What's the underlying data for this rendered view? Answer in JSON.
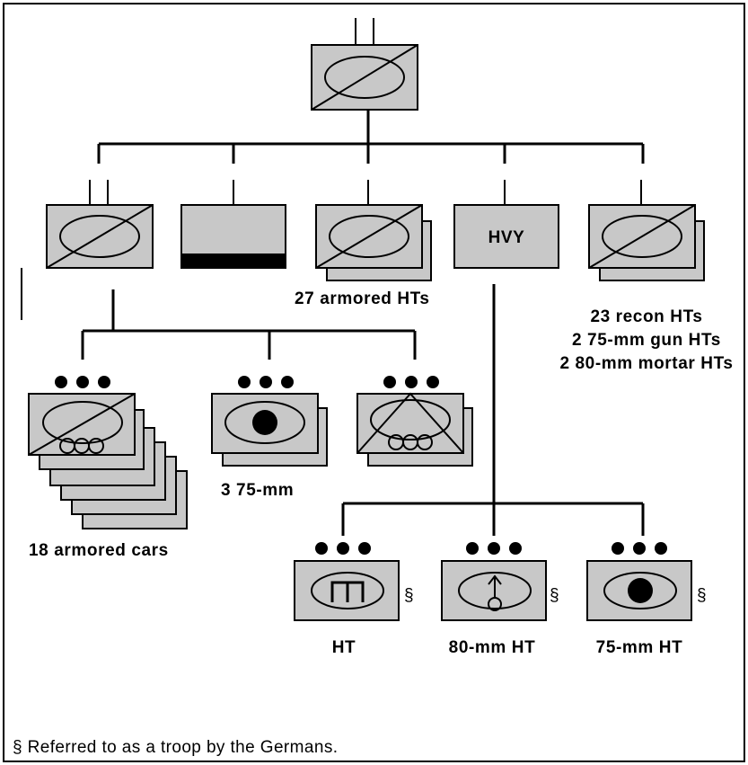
{
  "labels": {
    "armored_hts": "27 armored HTs",
    "recon_line1": "23 recon HTs",
    "recon_line2": "2 75-mm gun HTs",
    "recon_line3": "2 80-mm mortar HTs",
    "hvy": "HVY",
    "gun_75": "3 75-mm",
    "armored_cars": "18 armored cars",
    "ht": "HT",
    "mortar_ht": "80-mm HT",
    "gun_ht": "75-mm HT",
    "troop_mark": "§"
  },
  "footnote": "§ Referred to as a troop by the Germans.",
  "colors": {
    "unit_fill": "#c8c8c8",
    "line": "#000000",
    "background": "#ffffff"
  }
}
